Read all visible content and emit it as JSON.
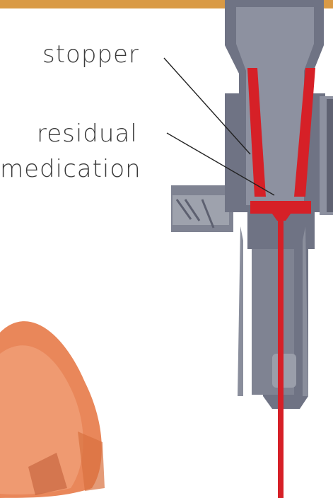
{
  "labels": {
    "stopper": "stopper",
    "residual_line1": "residual",
    "residual_line2": "medication"
  },
  "colors": {
    "top_bar": "#d99a45",
    "body_gray": "#6f7384",
    "body_light": "#9a9eaa",
    "medication_red": "#d62027",
    "text": "#3a3a3a",
    "stopper_orange": "#e07a4e"
  }
}
